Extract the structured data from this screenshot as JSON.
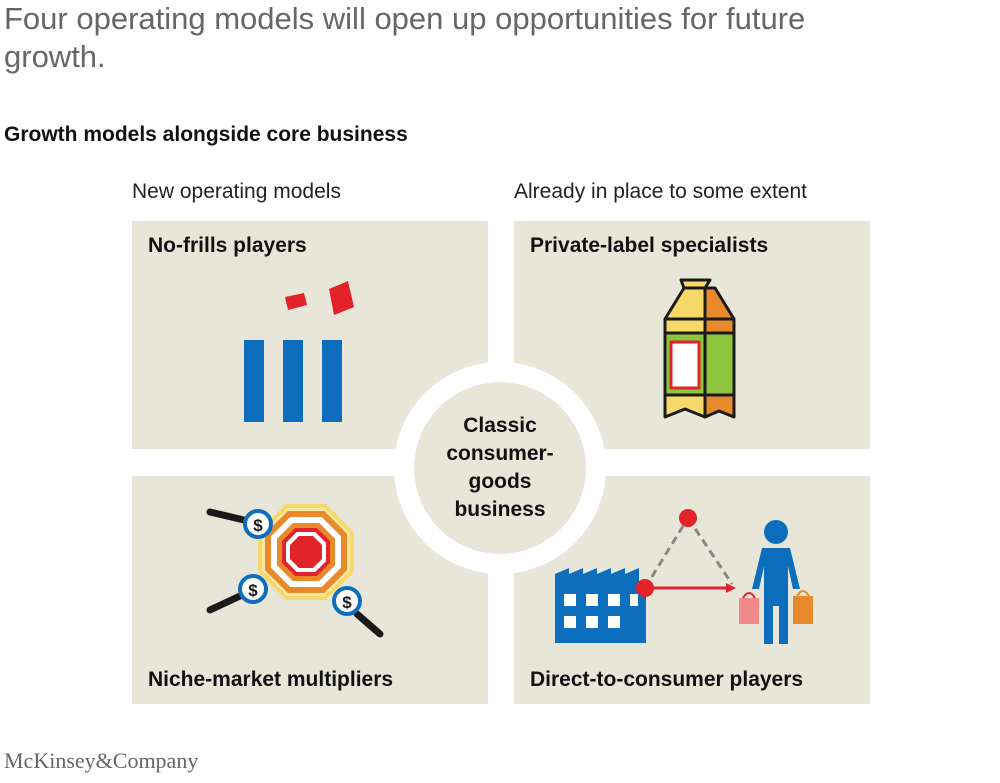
{
  "headline": "Four operating models will open up opportunities for future growth.",
  "subheadline": "Growth models alongside core business",
  "columns": {
    "left": "New operating models",
    "right": "Already in place to some extent"
  },
  "quadrants": {
    "top_left": {
      "title": "No-frills players",
      "icon": "bar-chart-icon"
    },
    "top_right": {
      "title": "Private-label specialists",
      "icon": "milk-carton-icon"
    },
    "bottom_left": {
      "title": "Niche-market multipliers",
      "icon": "target-magnifier-icon"
    },
    "bottom_right": {
      "title": "Direct-to-consumer players",
      "icon": "factory-to-shopper-icon"
    }
  },
  "center": {
    "text": "Classic consumer-goods business"
  },
  "icon_text": {
    "dollar": "$"
  },
  "colors": {
    "panel": "#e8e6d8",
    "blue": "#0d6ebd",
    "red": "#e3232b",
    "orange": "#e8892c",
    "yellow": "#f7d96b",
    "green": "#8cc63f",
    "grey_text": "#666666"
  },
  "footer": {
    "logo": "McKinsey&Company"
  }
}
